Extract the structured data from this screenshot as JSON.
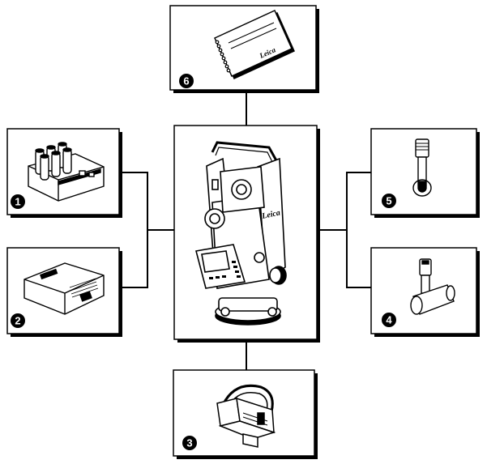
{
  "diagram": {
    "center": {
      "icon": "total-station-instrument-icon"
    },
    "accessories": [
      {
        "id": "1",
        "label": "1",
        "icon": "battery-adapter-with-cells-icon"
      },
      {
        "id": "2",
        "label": "2",
        "icon": "battery-pack-icon"
      },
      {
        "id": "3",
        "label": "3",
        "icon": "diagonal-eyepiece-clamp-icon"
      },
      {
        "id": "4",
        "label": "4",
        "icon": "diagonal-eyepiece-t-icon"
      },
      {
        "id": "5",
        "label": "5",
        "icon": "eyepiece-telescope-icon"
      },
      {
        "id": "6",
        "label": "6",
        "icon": "user-manual-book-icon"
      }
    ],
    "brand_mark": "Leica",
    "colors": {
      "line": "#000000",
      "box": "#ffffff",
      "badge": "#000000"
    }
  }
}
